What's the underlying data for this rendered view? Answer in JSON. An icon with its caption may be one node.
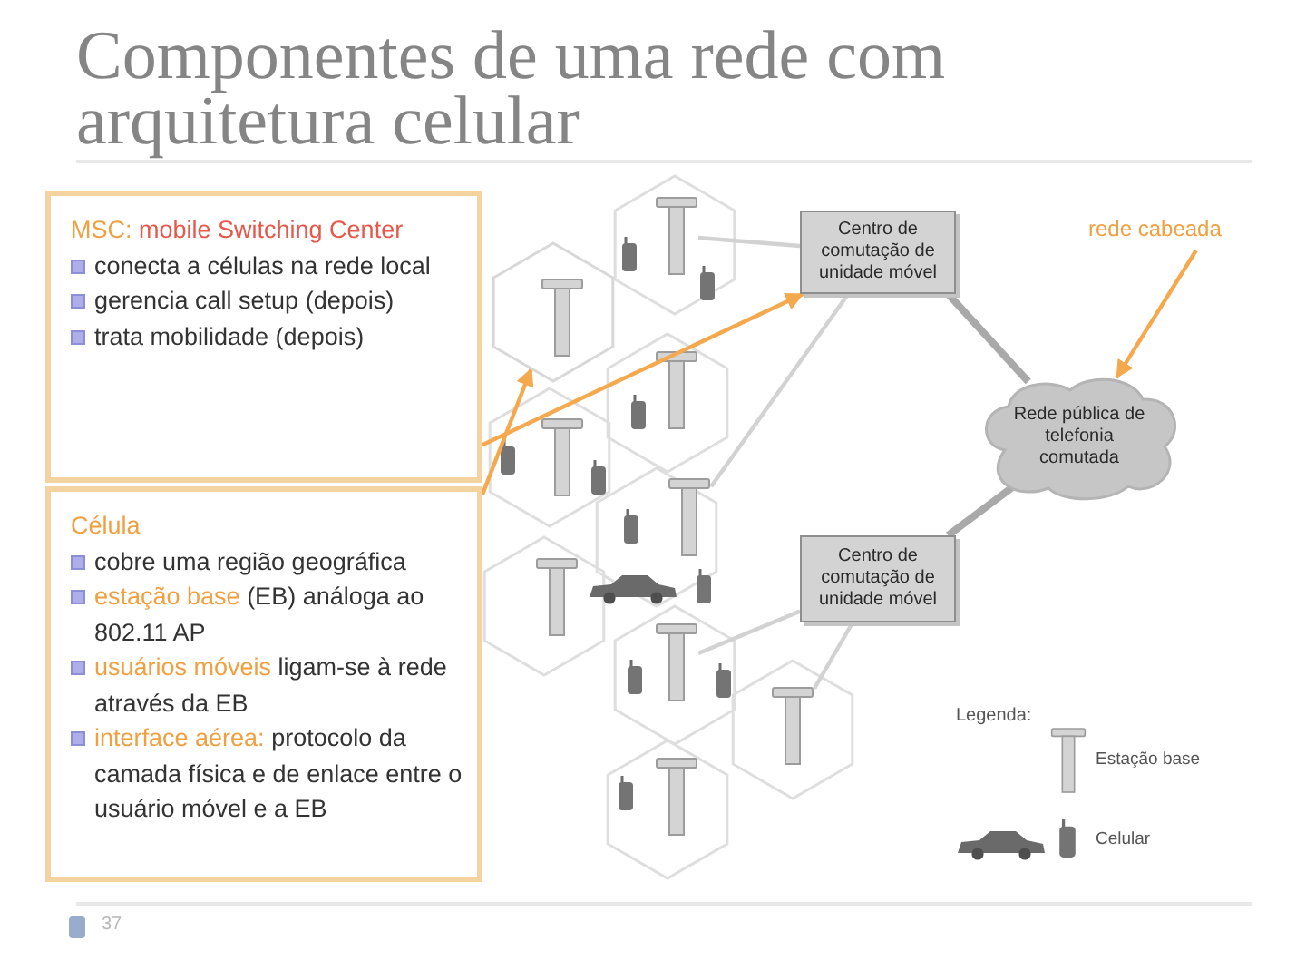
{
  "diagram": {
    "title": "Componentes de uma rede com arquitetura celular",
    "nodes": [
      {
        "text": [
          "**MSC:** mobile Switching Center",
          "conecta a células na rede local",
          "gerencia call setup (depois)",
          "trata mobilidade (depois)"
        ]
      },
      {
        "text": [
          "Célula",
          "cobre uma região geográfica",
          "**estação base** (EB) análoga ao 802.11 AP",
          "**usuários móveis** ligam-se à rede através da EB",
          "**interface aérea:** protocolo da camada física e de enlace entre o usuário móvel e a EB"
        ]
      },
      {
        "text": [
          "Centro de comutação de unidade móvel"
        ]
      },
      {
        "text": [
          "Centro de comutação de unidade móvel"
        ]
      },
      {
        "text": [
          "Rede pública de telefonia comutada"
        ]
      },
      {
        "text": [
          "rede cabeada"
        ]
      },
      {
        "text": [],
        "shape": "hexagon"
      },
      {
        "text": [],
        "shape": "picture"
      },
      {
        "text": [],
        "shape": "picture"
      },
      {
        "text": [],
        "shape": "picture"
      },
      {
        "text": [],
        "shape": "picture"
      }
    ],
    "edges": [
      {
        "from": 0,
        "to": 2,
        "arrow": "to",
        "color": "#f5a94e"
      },
      {
        "from": 1,
        "to": 6,
        "arrow": "to",
        "color": "#f5a94e"
      },
      {
        "from": 5,
        "to": 4,
        "arrow": "to",
        "color": "#f5a94e"
      },
      {
        "from": 2,
        "to": 4,
        "arrow": "none",
        "style": "thick",
        "color": "#a9a9a9"
      },
      {
        "from": 3,
        "to": 4,
        "arrow": "none",
        "style": "thick",
        "color": "#a9a9a9"
      },
      {
        "from": 2,
        "to": 7,
        "arrow": "none"
      },
      {
        "from": 2,
        "to": 8,
        "arrow": "none"
      },
      {
        "from": 3,
        "to": 9,
        "arrow": "none"
      },
      {
        "from": 3,
        "to": 10,
        "arrow": "none"
      }
    ],
    "labels": [
      "Legenda:",
      "37"
    ],
    "legend": [
      {
        "text": "Estação base"
      },
      {
        "text": "Celular"
      }
    ]
  }
}
